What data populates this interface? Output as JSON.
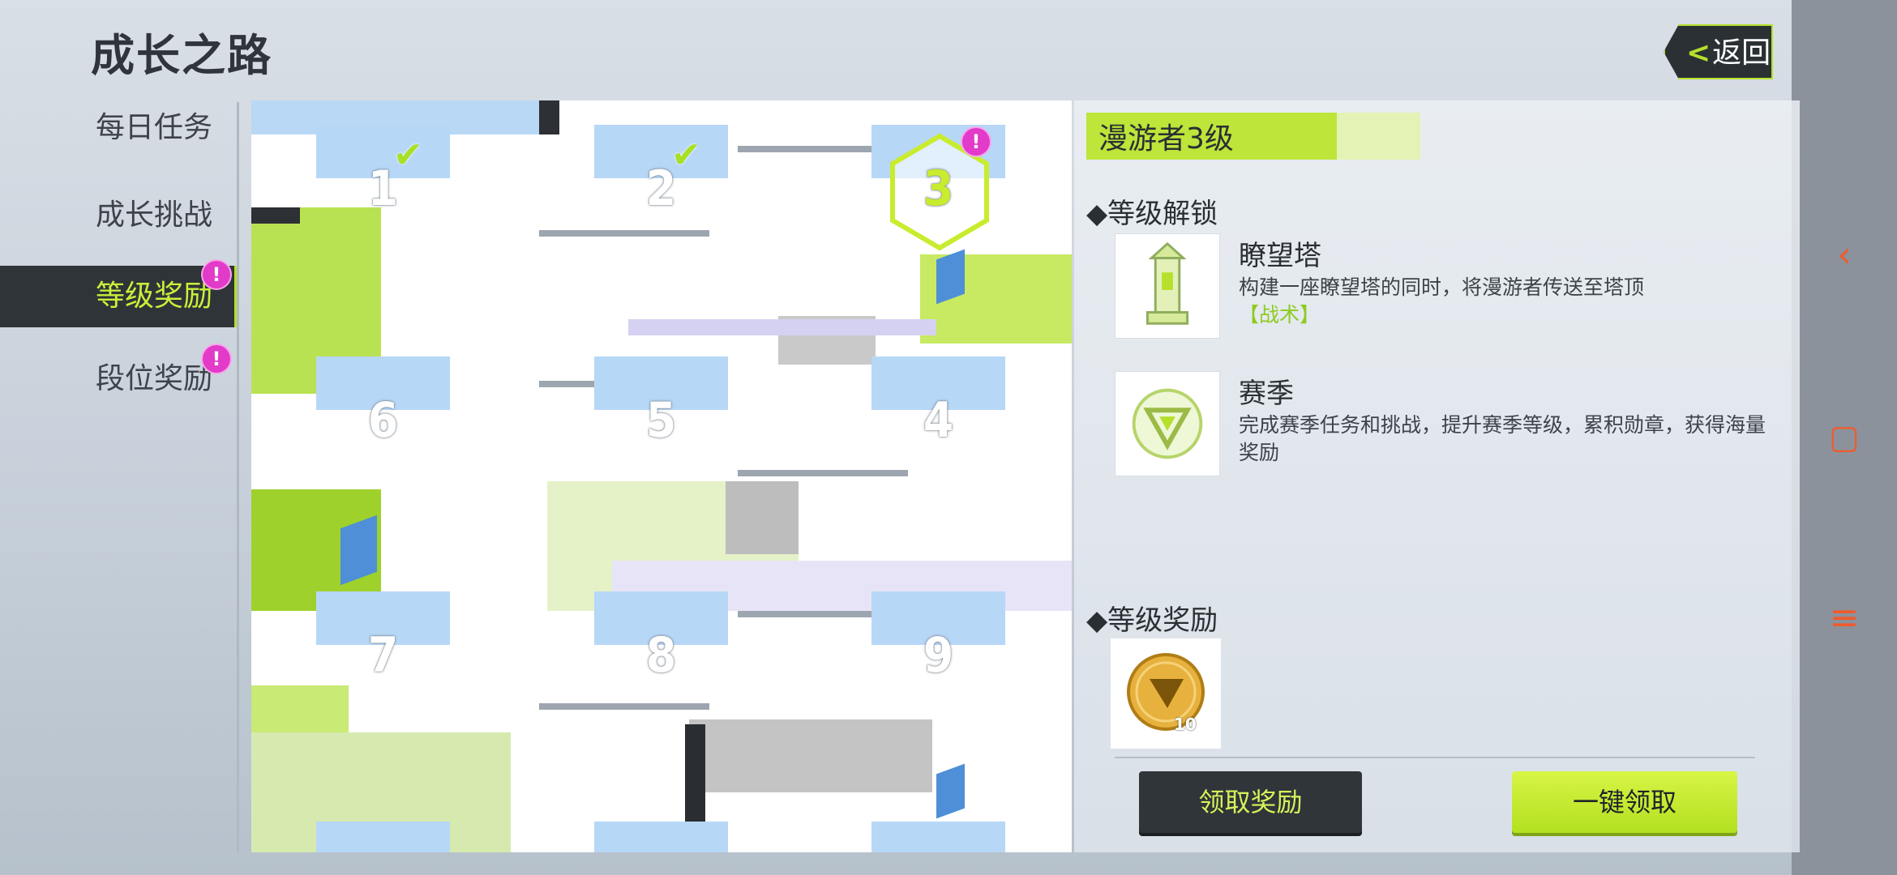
{
  "header": {
    "title": "成长之路",
    "back_label": "返回",
    "back_chevron": "<"
  },
  "sidebar": {
    "items": [
      {
        "label": "每日任务",
        "active": false,
        "badge": ""
      },
      {
        "label": "成长挑战",
        "active": false,
        "badge": ""
      },
      {
        "label": "等级奖励",
        "active": true,
        "badge": "!"
      },
      {
        "label": "段位奖励",
        "active": false,
        "badge": "!"
      }
    ]
  },
  "board": {
    "nodes": [
      {
        "number": "1",
        "state": "claimed"
      },
      {
        "number": "2",
        "state": "claimed"
      },
      {
        "number": "3",
        "state": "current",
        "badge": "!"
      },
      {
        "number": "6",
        "state": "locked"
      },
      {
        "number": "5",
        "state": "locked"
      },
      {
        "number": "4",
        "state": "locked"
      },
      {
        "number": "7",
        "state": "locked"
      },
      {
        "number": "8",
        "state": "locked"
      },
      {
        "number": "9",
        "state": "locked"
      }
    ],
    "check_glyph": "✔"
  },
  "detail": {
    "level_title": "漫游者3级",
    "unlock_heading": "◆等级解锁",
    "unlocks": [
      {
        "name": "瞭望塔",
        "desc": "构建一座瞭望塔的同时，将漫游者传送至塔顶",
        "tag": "【战术】",
        "icon": "watchtower-icon"
      },
      {
        "name": "赛季",
        "desc": "完成赛季任务和挑战，提升赛季等级，累积勋章，获得海量奖励",
        "tag": "",
        "icon": "season-emblem-icon"
      }
    ],
    "reward_heading": "◆等级奖励",
    "reward": {
      "icon": "gold-coin-icon",
      "count": "10"
    },
    "claim_label": "领取奖励",
    "claim_all_label": "一键领取"
  },
  "system_nav": {
    "back_glyph": "‹",
    "home_glyph": "▢",
    "menu_glyph": "≡"
  },
  "colors": {
    "accent_green": "#b5e02b",
    "badge_magenta": "#e23ac9",
    "nav_orange": "#f25a2a",
    "dark_panel": "#2f3438"
  }
}
